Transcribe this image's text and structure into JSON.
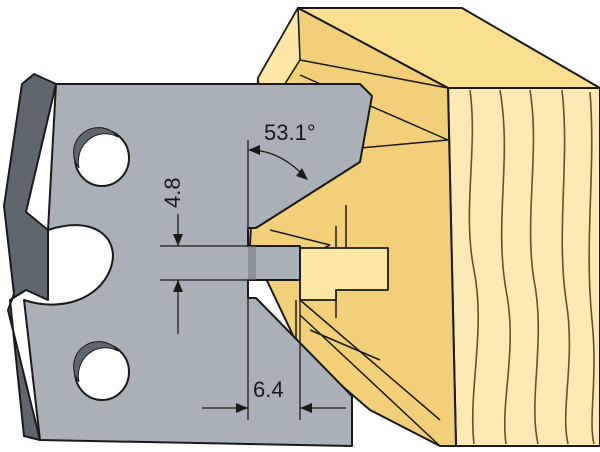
{
  "dimensions": {
    "angle": "53.1°",
    "slot_height": "4.8",
    "slot_depth": "6.4"
  },
  "colors": {
    "knife_face": "#a9b0b8",
    "knife_edge": "#5f666e",
    "wood_face": "#fce9b3",
    "wood_top": "#fbdf90",
    "wood_side": "#f2cf79",
    "outline": "#1a1a1a"
  }
}
